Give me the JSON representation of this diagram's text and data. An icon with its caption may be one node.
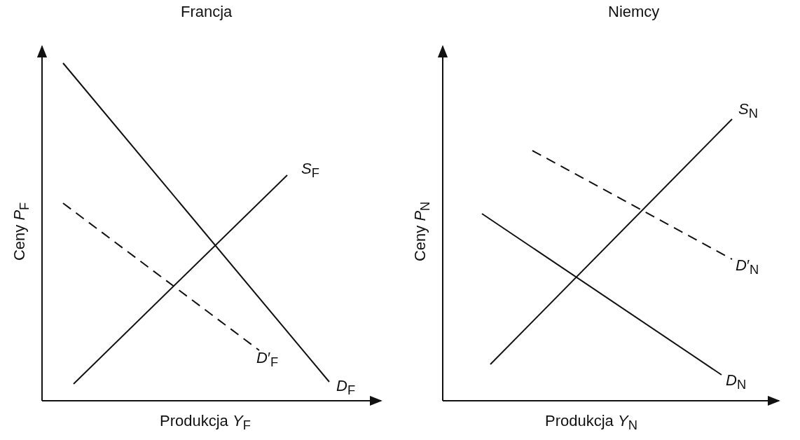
{
  "diagram": {
    "labels": [
      "Francja",
      "Niemcy",
      "*S*$_{N}$",
      "*S*$_{F}$",
      "Ceny *P*$_{F}$",
      "Ceny *P*$_{N}$",
      "*D*′$_{N}$",
      "*D*$_{F}$",
      "*D*′$_{F}$",
      "*D*$_{N}$",
      "Produkcja *Y*$_{F}$",
      "Produkcja *Y*$_{N}$"
    ]
  }
}
